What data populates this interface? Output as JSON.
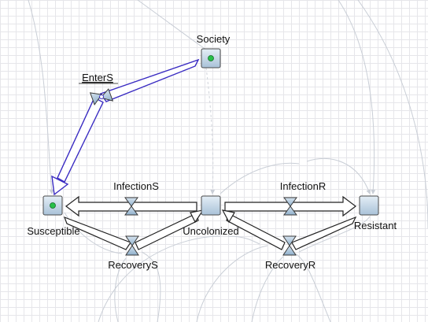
{
  "stocks": {
    "society": "Society",
    "susceptible": "Susceptible",
    "uncolonized": "Uncolonized",
    "resistant": "Resistant"
  },
  "flows": {
    "enter_s": "EnterS",
    "infection_s": "InfectionS",
    "recovery_s": "RecoveryS",
    "infection_r": "InfectionR",
    "recovery_r": "RecoveryR"
  },
  "colors": {
    "stock_fill": "#c9dbe9",
    "indicator_dot": "#27c04a",
    "selection": "#3a2cc2",
    "valve_fill": "#b9cde0"
  },
  "icons": [
    "stock-box-icon",
    "flow-valve-icon",
    "green-dot-icon"
  ]
}
